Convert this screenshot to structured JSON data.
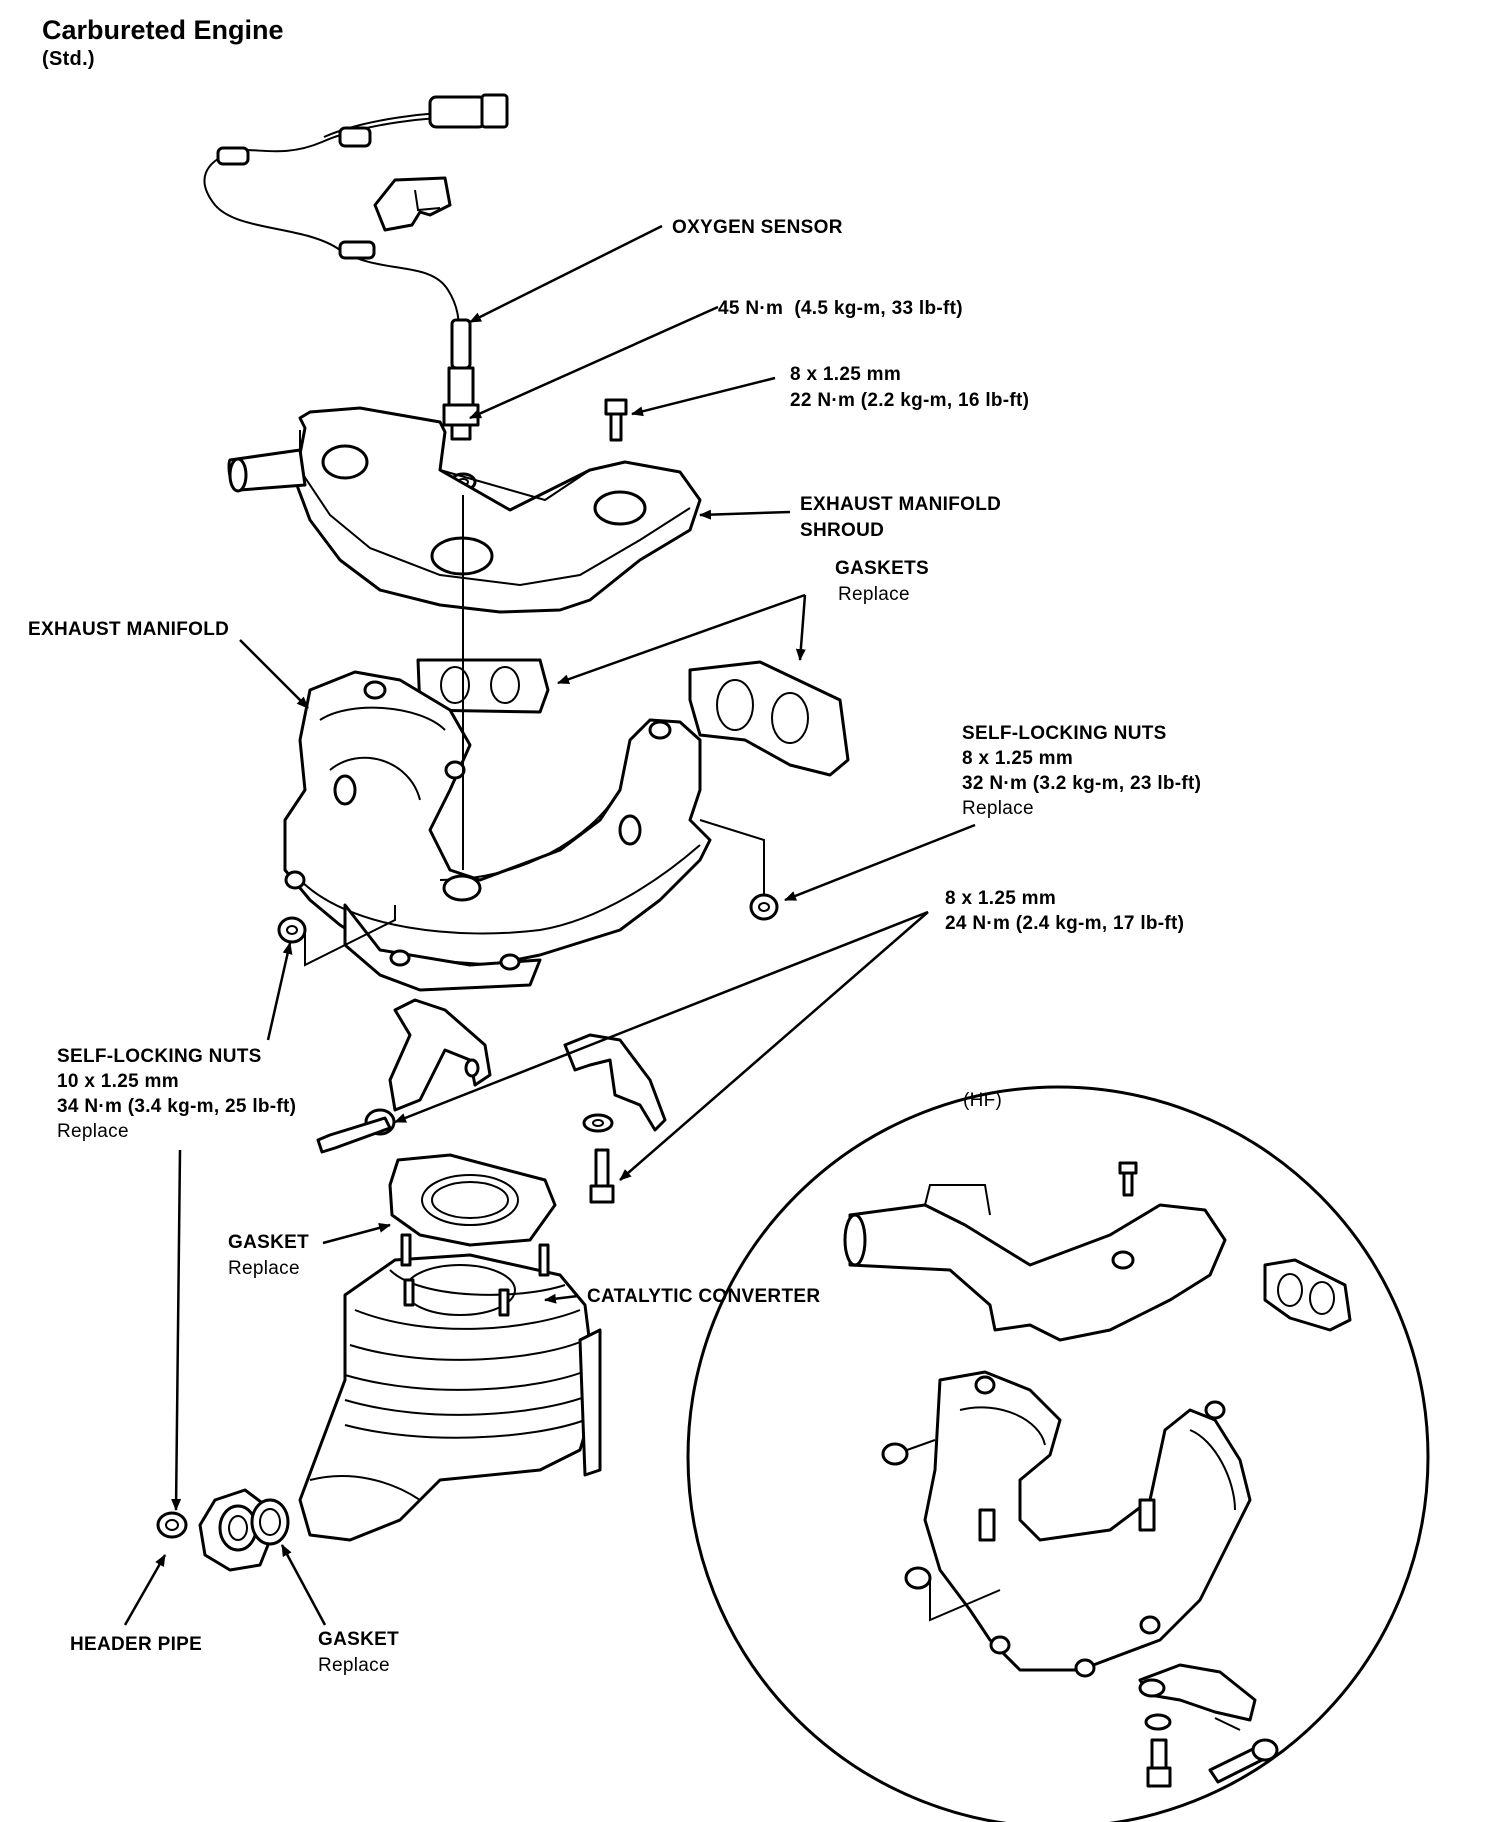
{
  "title": "Carbureted Engine",
  "subtitle": "(Std.)",
  "inset_label": "(HF)",
  "labels": {
    "oxygen_sensor": "OXYGEN SENSOR",
    "sensor_torque": "45 N·m  (4.5 kg-m, 33 lb-ft)",
    "shroud_bolt_size": "8 x 1.25 mm",
    "shroud_bolt_torque": "22 N·m (2.2 kg-m, 16 lb-ft)",
    "shroud_line1": "EXHAUST MANIFOLD",
    "shroud_line2": "SHROUD",
    "gaskets": "GASKETS",
    "gaskets_note": "Replace",
    "exhaust_manifold": "EXHAUST MANIFOLD",
    "nuts_upper": "SELF-LOCKING NUTS",
    "nuts_upper_size": "8 x 1.25 mm",
    "nuts_upper_torque": "32 N·m (3.2 kg-m, 23 lb-ft)",
    "nuts_upper_note": "Replace",
    "bracket_bolt_size": "8 x 1.25 mm",
    "bracket_bolt_torque": "24 N·m (2.4 kg-m, 17 lb-ft)",
    "nuts_lower": "SELF-LOCKING NUTS",
    "nuts_lower_size": "10 x 1.25 mm",
    "nuts_lower_torque": "34 N·m (3.4 kg-m, 25 lb-ft)",
    "nuts_lower_note": "Replace",
    "gasket": "GASKET",
    "gasket_note": "Replace",
    "catalytic_converter": "CATALYTIC CONVERTER",
    "header_pipe": "HEADER PIPE",
    "header_gasket": "GASKET",
    "header_gasket_note": "Replace"
  }
}
